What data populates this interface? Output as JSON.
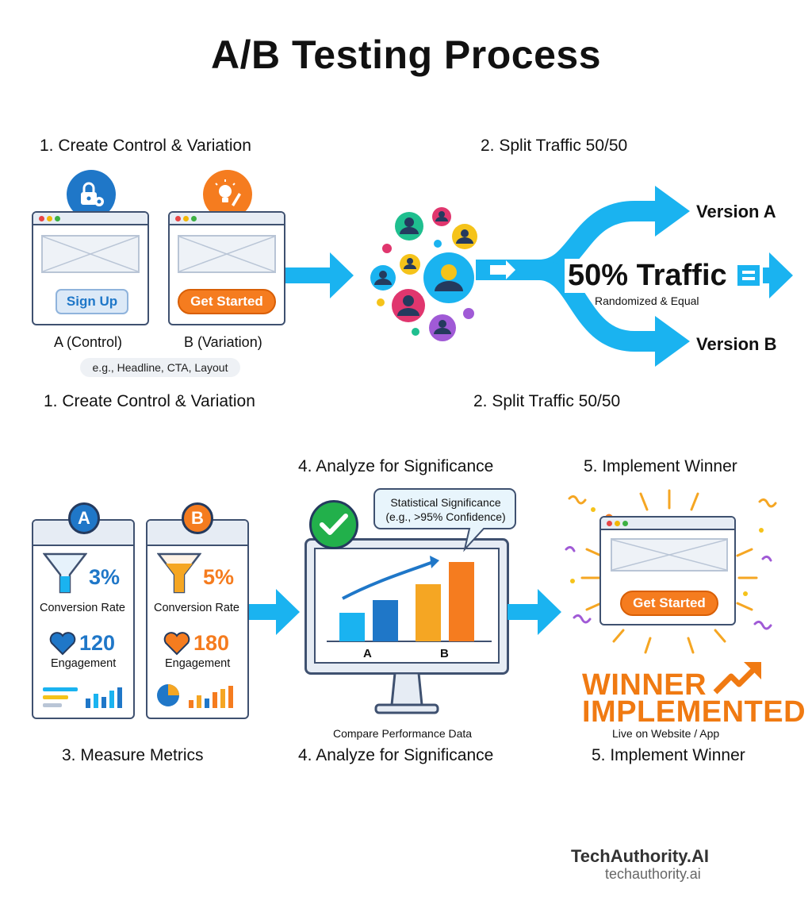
{
  "title": "A/B Testing Process",
  "steps": {
    "step1": "1. Create Control & Variation",
    "step2": "2. Split Traffic 50/50",
    "step3": "3. Measure Metrics",
    "step4": "4. Analyze for Significance",
    "step5": "5. Implement Winner"
  },
  "create": {
    "control_button": "Sign Up",
    "variation_button": "Get Started",
    "control_label": "A (Control)",
    "variation_label": "B (Variation)",
    "examples": "e.g., Headline, CTA, Layout",
    "control_icon": "lock-gear-icon",
    "variation_icon": "lightbulb-pencil-icon"
  },
  "split": {
    "version_a": "Version A",
    "version_b": "Version B",
    "traffic": "50% Traffic",
    "traffic_sub": "Randomized & Equal"
  },
  "metrics": {
    "a_badge": "A",
    "b_badge": "B",
    "a_conversion": "3%",
    "b_conversion": "5%",
    "conversion_label": "Conversion Rate",
    "a_engagement": "120",
    "b_engagement": "180",
    "engagement_label": "Engagement"
  },
  "analyze": {
    "callout_line1": "Statistical Significance",
    "callout_line2": "(e.g., >95% Confidence)",
    "axis_a": "A",
    "axis_b": "B",
    "caption": "Compare Performance Data"
  },
  "implement": {
    "button": "Get Started",
    "winner_line1": "WINNER",
    "winner_line2": "IMPLEMENTED",
    "caption": "Live on Website / App"
  },
  "brand": {
    "name": "TechAuthority.AI",
    "url": "techauthority.ai"
  },
  "colors": {
    "arrow": "#1ab3f0",
    "control_blue": "#1f77c8",
    "variation_orange": "#f57c1f",
    "success_green": "#22b04b",
    "frame": "#3f5170"
  }
}
